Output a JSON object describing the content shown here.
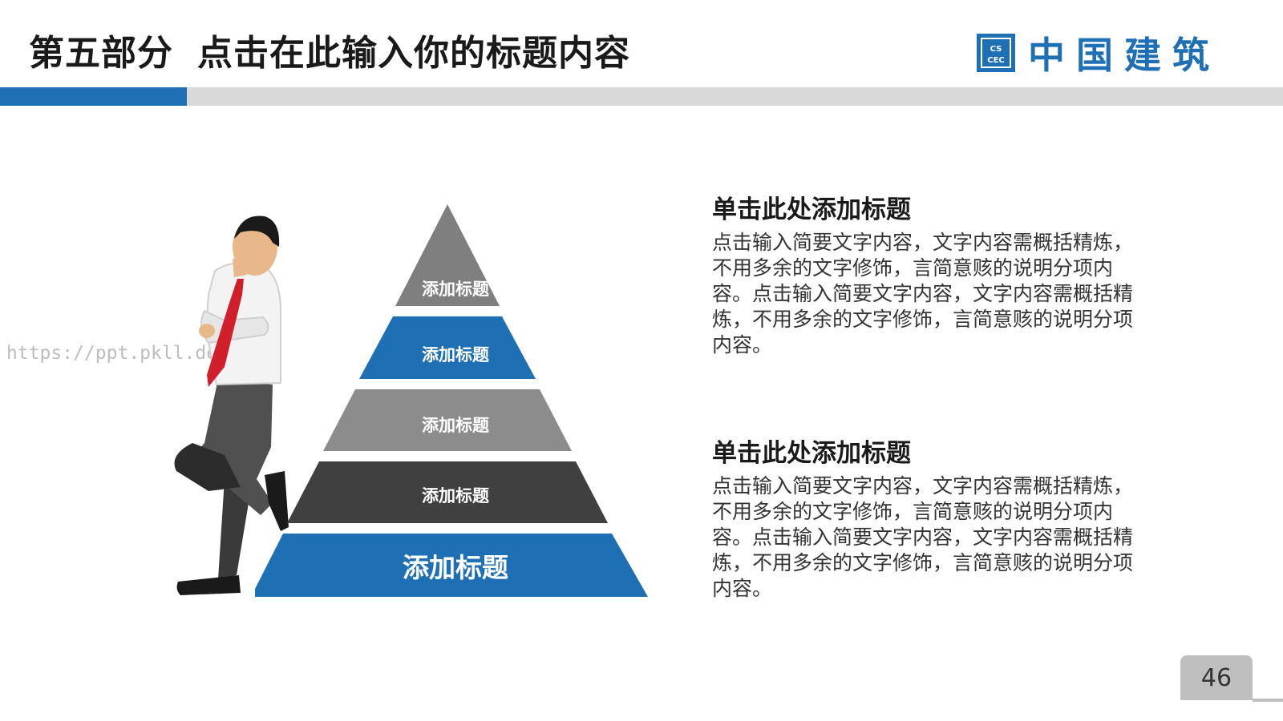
{
  "header": {
    "section": "第五部分",
    "title": "点击在此输入你的标题内容"
  },
  "logo": {
    "text": "中国建筑",
    "seal_text": "CSCEC"
  },
  "watermark": "https://ppt.pkll.de",
  "pyramid": {
    "tiers": [
      {
        "label": "添加标题",
        "color": "#7f7f7f"
      },
      {
        "label": "添加标题",
        "color": "#1f6fb4"
      },
      {
        "label": "添加标题",
        "color": "#8c8c8c"
      },
      {
        "label": "添加标题",
        "color": "#404040"
      },
      {
        "label": "添加标题",
        "color": "#1f6fb4"
      }
    ]
  },
  "blocks": [
    {
      "title": "单击此处添加标题",
      "body": "点击输入简要文字内容，文字内容需概括精炼，不用多余的文字修饰，言简意赅的说明分项内容。点击输入简要文字内容，文字内容需概括精炼，不用多余的文字修饰，言简意赅的说明分项内容。"
    },
    {
      "title": "单击此处添加标题",
      "body": "点击输入简要文字内容，文字内容需概括精炼，不用多余的文字修饰，言简意赅的说明分项内容。点击输入简要文字内容，文字内容需概括精炼，不用多余的文字修饰，言简意赅的说明分项内容。"
    }
  ],
  "page_number": "46",
  "colors": {
    "accent": "#1f6fb4",
    "bar_gray": "#d9d9d9"
  }
}
